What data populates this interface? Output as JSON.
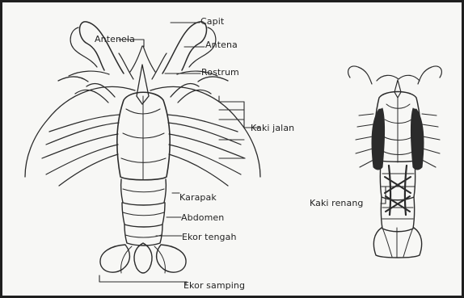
{
  "labels": {
    "capit": "Capit",
    "antenela": "Antenela",
    "antena": "Antena",
    "rostrum": "Rostrum",
    "kaki_jalan": "Kaki jalan",
    "karapak": "Karapak",
    "abdomen": "Abdomen",
    "ekor_tengah": "Ekor tengah",
    "ekor_samping": "Ekor samping",
    "kaki_renang": "Kaki renang"
  }
}
